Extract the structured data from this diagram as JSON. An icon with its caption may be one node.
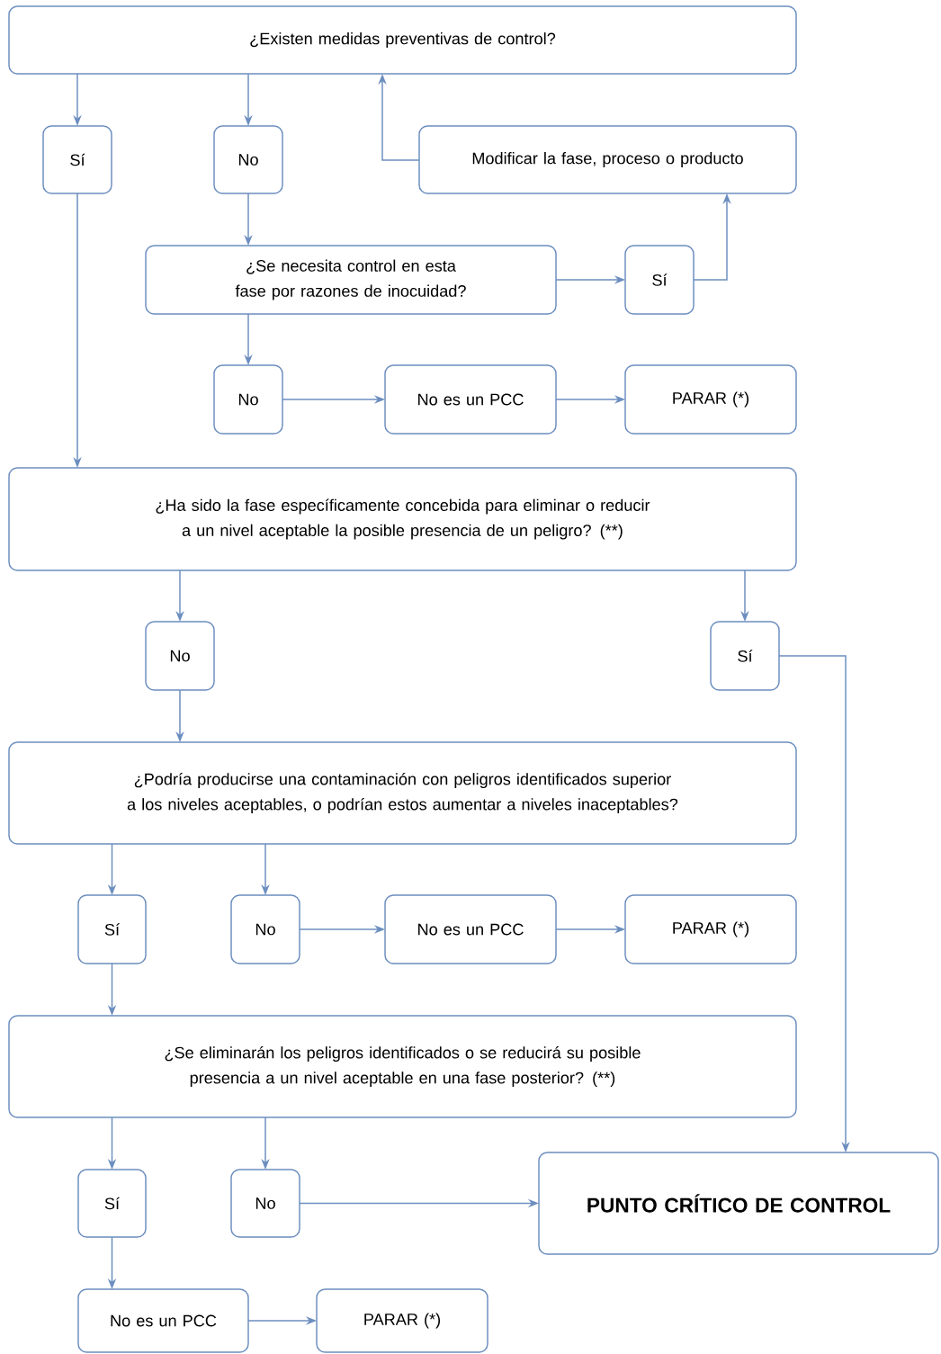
{
  "diagram": {
    "nodes": [
      {
        "text": [
          "¿Existen medidas preventivas de control?"
        ]
      },
      {
        "text": [
          "Sí"
        ]
      },
      {
        "text": [
          "No"
        ]
      },
      {
        "text": [
          "Modificar la fase, proceso o producto"
        ]
      },
      {
        "text": [
          "¿Se necesita control en esta fase por razones de inocuidad?"
        ]
      },
      {
        "text": [
          "Sí"
        ]
      },
      {
        "text": [
          "No"
        ]
      },
      {
        "text": [
          "No es un PCC"
        ]
      },
      {
        "text": [
          "PARAR (*)"
        ]
      },
      {
        "text": [
          "¿Ha sido la fase específicamente concebida para eliminar o reducir a un nivel aceptable la posible presencia de un peligro? (**)"
        ]
      },
      {
        "text": [
          "No"
        ]
      },
      {
        "text": [
          "Sí"
        ]
      },
      {
        "text": [
          "¿Podría producirse una contaminación con peligros identificados superior a los niveles aceptables, o podrían estos aumentar a niveles inaceptables?"
        ]
      },
      {
        "text": [
          "Sí"
        ]
      },
      {
        "text": [
          "No"
        ]
      },
      {
        "text": [
          "No es un PCC"
        ]
      },
      {
        "text": [
          "PARAR (*)"
        ]
      },
      {
        "text": [
          "¿Se eliminarán los peligros identificados o se reducirá su posible presencia a un nivel aceptable en una fase posterior? (**)"
        ]
      },
      {
        "text": [
          "Sí"
        ]
      },
      {
        "text": [
          "No"
        ]
      },
      {
        "text": [
          "PUNTO CRÍTICO DE CONTROL"
        ]
      },
      {
        "text": [
          "No es un PCC"
        ]
      },
      {
        "text": [
          "PARAR (*)"
        ]
      }
    ],
    "edges": [
      {
        "from": 0,
        "to": 1,
        "arrow": "to"
      },
      {
        "from": 0,
        "to": 2,
        "arrow": "to"
      },
      {
        "from": 3,
        "to": 0,
        "arrow": "to"
      },
      {
        "from": 2,
        "to": 4,
        "arrow": "to"
      },
      {
        "from": 4,
        "to": 5,
        "arrow": "to"
      },
      {
        "from": 5,
        "to": 3,
        "arrow": "to"
      },
      {
        "from": 4,
        "to": 6,
        "arrow": "to"
      },
      {
        "from": 6,
        "to": 7,
        "arrow": "to"
      },
      {
        "from": 7,
        "to": 8,
        "arrow": "to"
      },
      {
        "from": 1,
        "to": 9,
        "arrow": "to"
      },
      {
        "from": 9,
        "to": 10,
        "arrow": "to"
      },
      {
        "from": 9,
        "to": 11,
        "arrow": "to"
      },
      {
        "from": 10,
        "to": 12,
        "arrow": "to"
      },
      {
        "from": 11,
        "to": 20,
        "arrow": "to"
      },
      {
        "from": 12,
        "to": 13,
        "arrow": "to"
      },
      {
        "from": 12,
        "to": 14,
        "arrow": "to"
      },
      {
        "from": 14,
        "to": 15,
        "arrow": "to"
      },
      {
        "from": 15,
        "to": 16,
        "arrow": "to"
      },
      {
        "from": 13,
        "to": 17,
        "arrow": "to"
      },
      {
        "from": 17,
        "to": 18,
        "arrow": "to"
      },
      {
        "from": 17,
        "to": 19,
        "arrow": "to"
      },
      {
        "from": 19,
        "to": 20,
        "arrow": "to"
      },
      {
        "from": 18,
        "to": 21,
        "arrow": "to"
      },
      {
        "from": 21,
        "to": 22,
        "arrow": "to"
      }
    ]
  }
}
